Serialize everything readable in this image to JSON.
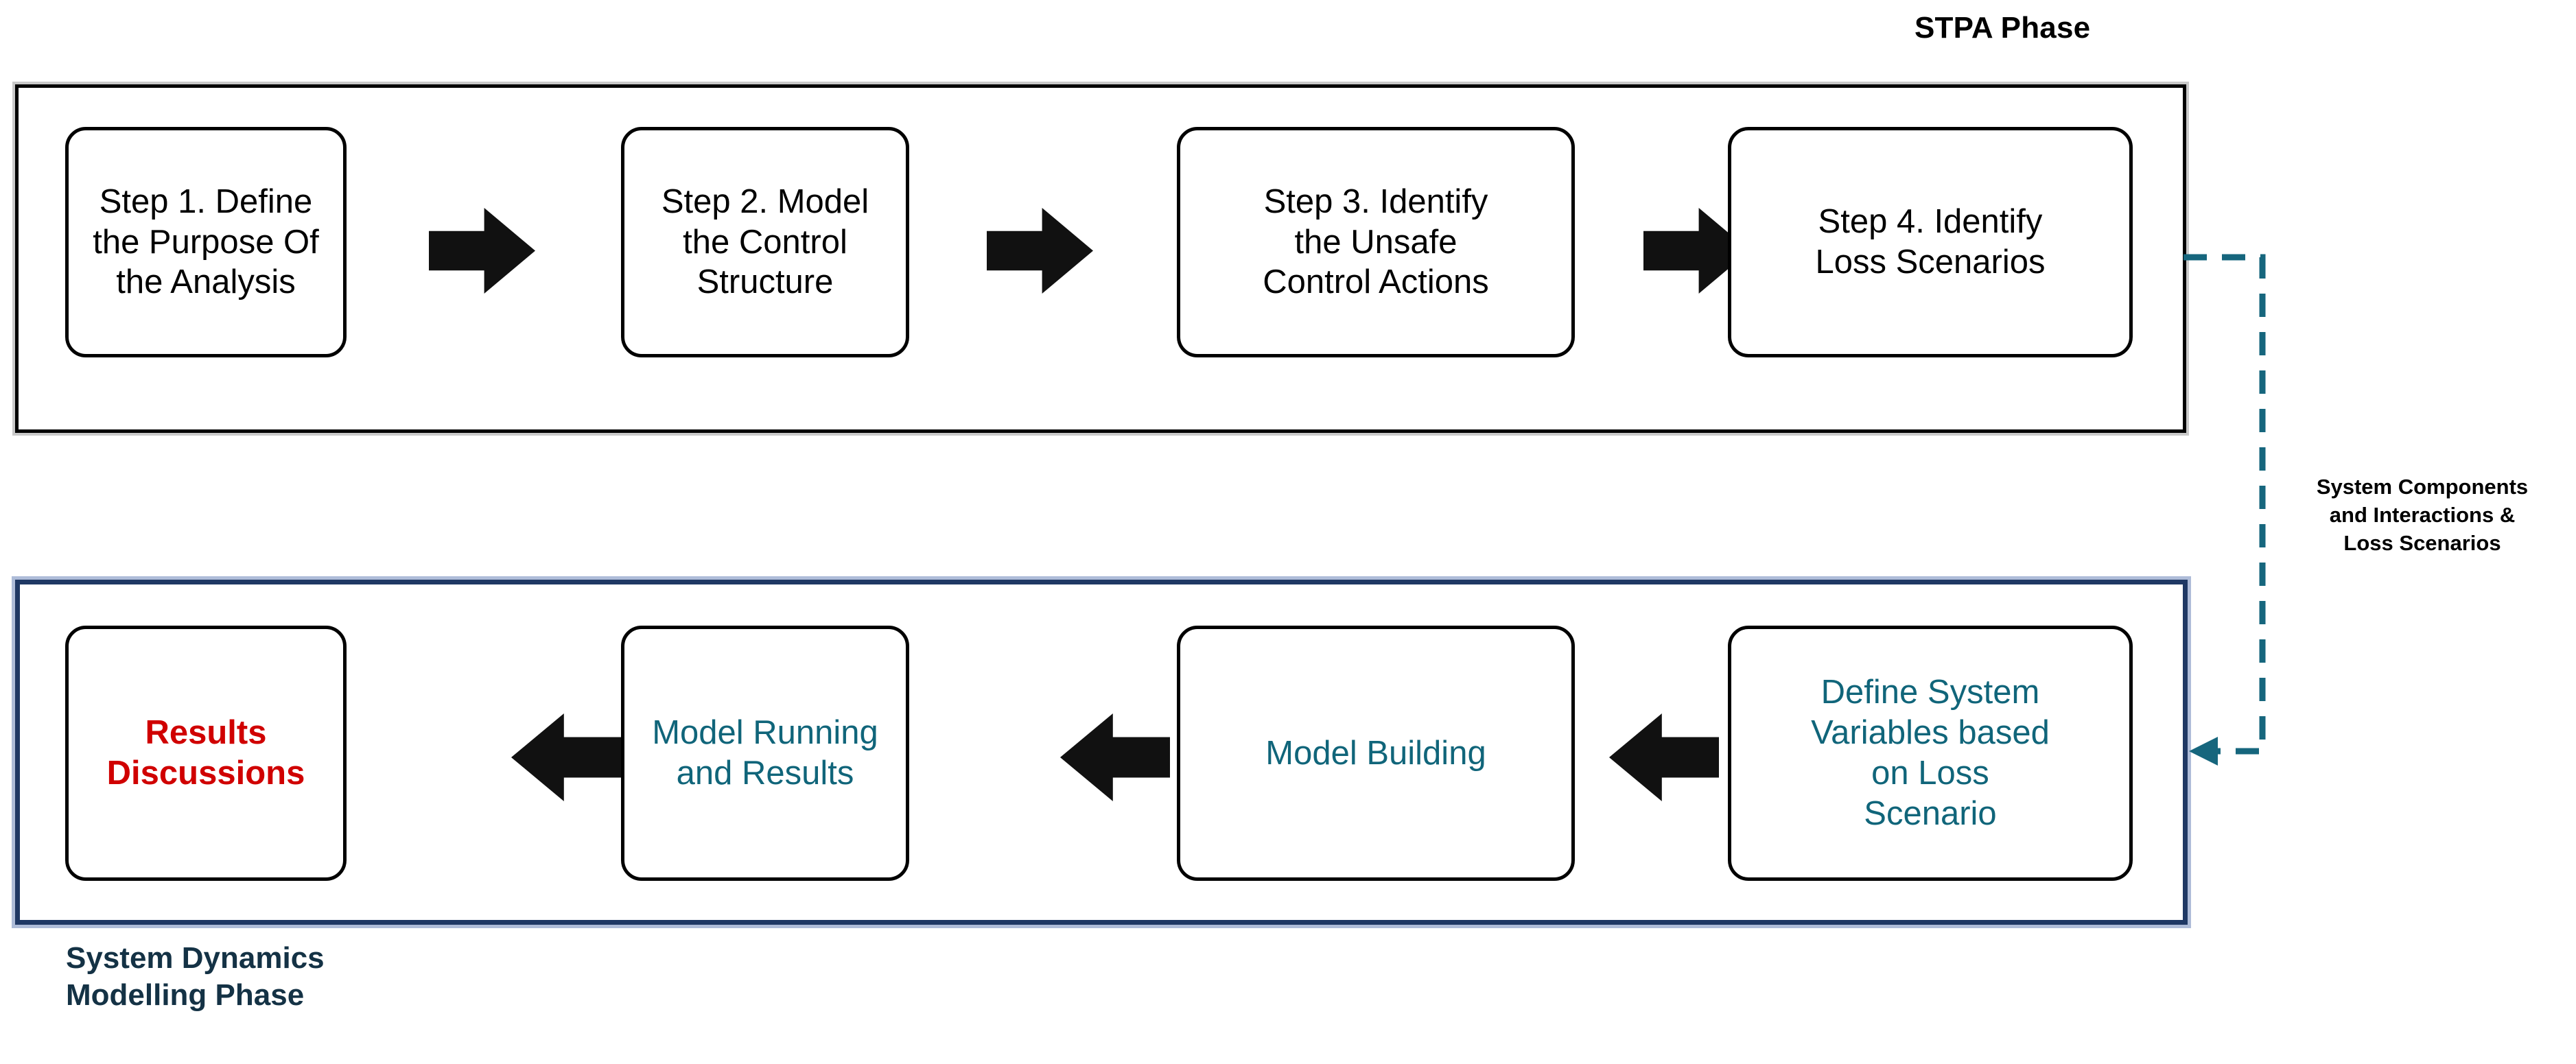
{
  "diagram": {
    "title_labels": {
      "stpa_phase": "STPA Phase",
      "sd_phase": "System Dynamics\nModelling Phase"
    },
    "stpa_phase": {
      "steps": [
        {
          "label": "Step 1. Define\nthe Purpose Of\nthe Analysis"
        },
        {
          "label": "Step 2. Model\nthe Control\nStructure"
        },
        {
          "label": "Step 3. Identify\nthe Unsafe\nControl Actions"
        },
        {
          "label": "Step 4. Identify\nLoss Scenarios"
        }
      ],
      "flow_direction": "left-to-right"
    },
    "sd_phase": {
      "steps": [
        {
          "label": "Results\nDiscussions"
        },
        {
          "label": "Model Running\nand Results"
        },
        {
          "label": "Model Building"
        },
        {
          "label": "Define System\nVariables based\non Loss\nScenario"
        }
      ],
      "flow_direction": "right-to-left"
    },
    "connector": {
      "annotation": "System Components\nand Interactions &\nLoss Scenarios",
      "style": "dashed",
      "from": "STPA Phase",
      "to": "System Dynamics Modelling Phase"
    },
    "colors": {
      "stpa_border": "#000000",
      "sd_border": "#1f3864",
      "teal_text": "#10657a",
      "red_text": "#d00000",
      "navy_text": "#143245",
      "connector": "#16667d",
      "arrow_fill": "#111111"
    }
  }
}
